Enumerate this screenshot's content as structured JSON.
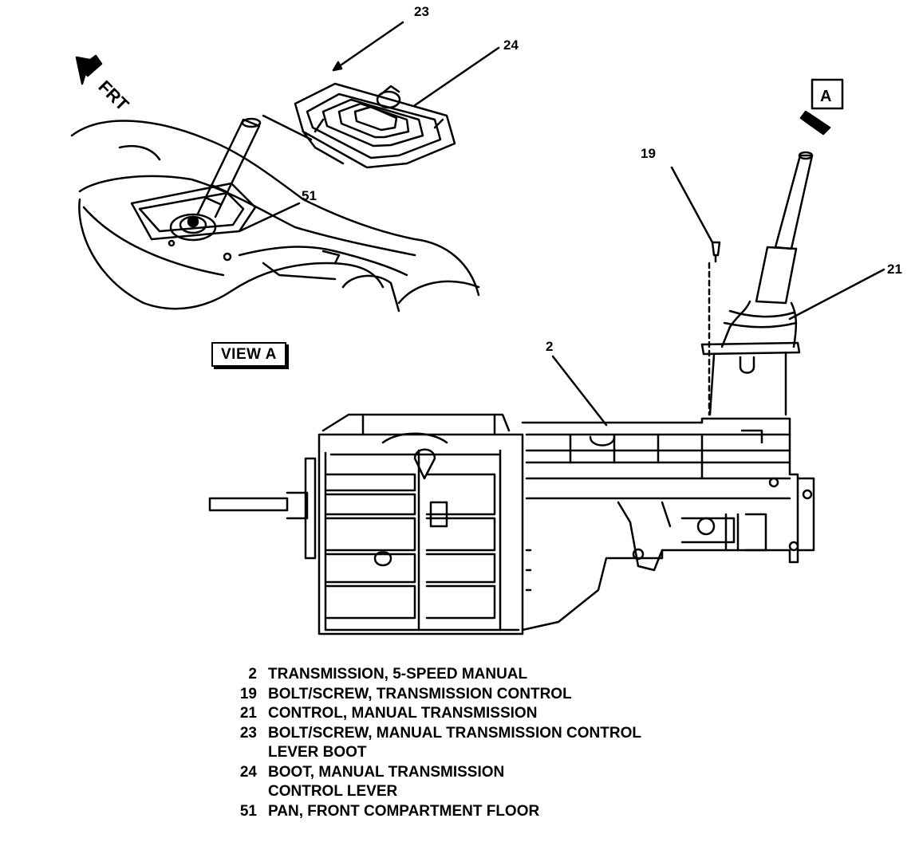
{
  "view_label": "VIEW A",
  "direction_label": "FRT",
  "view_marker": "A",
  "callouts": {
    "c23": "23",
    "c24": "24",
    "c51": "51",
    "c19": "19",
    "c21": "21",
    "c2": "2"
  },
  "legend": [
    {
      "num": "2",
      "lines": [
        "TRANSMISSION, 5-SPEED MANUAL"
      ]
    },
    {
      "num": "19",
      "lines": [
        "BOLT/SCREW, TRANSMISSION CONTROL"
      ]
    },
    {
      "num": "21",
      "lines": [
        "CONTROL, MANUAL TRANSMISSION"
      ]
    },
    {
      "num": "23",
      "lines": [
        "BOLT/SCREW, MANUAL TRANSMISSION CONTROL",
        "LEVER BOOT"
      ]
    },
    {
      "num": "24",
      "lines": [
        "BOOT, MANUAL TRANSMISSION",
        "CONTROL LEVER"
      ]
    },
    {
      "num": "51",
      "lines": [
        "PAN, FRONT COMPARTMENT FLOOR"
      ]
    }
  ]
}
